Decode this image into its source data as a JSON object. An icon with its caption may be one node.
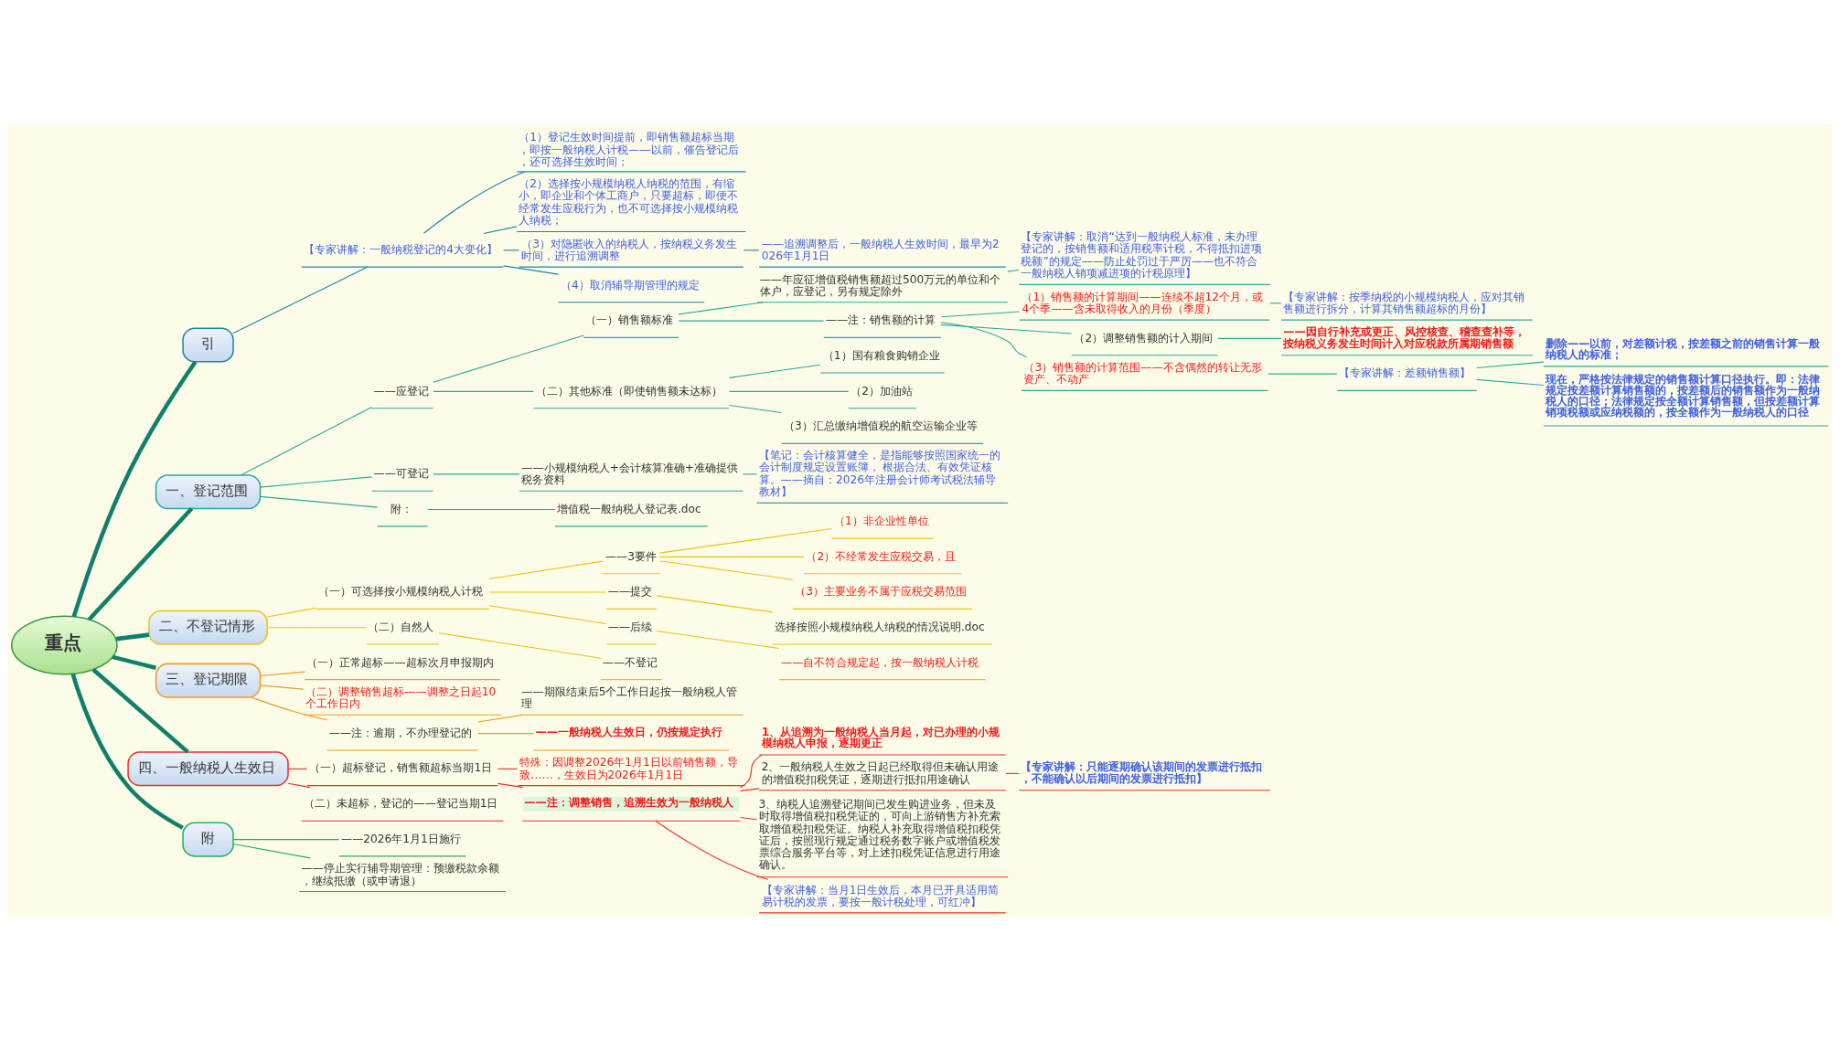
{
  "diagram": {
    "nodes": [
      {
        "text": [
          "重点"
        ]
      },
      {
        "text": [
          "引"
        ]
      },
      {
        "text": [
          "【专家讲解：一般纳税登记的4大变化】"
        ]
      },
      {
        "text": [
          "（1）登记生效时间提前，即销售额超标当期，即按一般纳税人计税——以前，催告登记后，还可选择生效时间；"
        ]
      },
      {
        "text": [
          "（2）选择按小规模纳税人纳税的范围，有缩小，即企业和个体工商户，只要超标，即便不经常发生应税行为，也不可选择按小规模纳税人纳税；"
        ]
      },
      {
        "text": [
          "（3）对隐匿收入的纳税人，按纳税义务发生时间，进行追溯调整"
        ]
      },
      {
        "text": [
          "——追溯调整后，一般纳税人生效时间，最早为2026年1月1日"
        ]
      },
      {
        "text": [
          "（4）取消辅导期管理的规定"
        ]
      },
      {
        "text": [
          "一、登记范围"
        ]
      },
      {
        "text": [
          "——应登记"
        ]
      },
      {
        "text": [
          "（一）销售额标准"
        ]
      },
      {
        "text": [
          "——年应征增值税销售额超过500万元的单位和个体户，应登记，另有规定除外"
        ]
      },
      {
        "text": [
          "【专家讲解：取消“达到一般纳税人标准，未办理登记的，按销售额和适用税率计税，不得抵扣进项税额”的规定——防止处罚过于严厉——也不符合一般纳税人销项减进项的计税原理】"
        ]
      },
      {
        "text": [
          "——注：销售额的计算"
        ]
      },
      {
        "text": [
          "（1）销售额的计算期间——连续不超12个月，或4个季——含未取得收入的月份（季度）"
        ]
      },
      {
        "text": [
          "【专家讲解：按季纳税的小规模纳税人，应对其销售额进行拆分，计算其销售额超标的月份】"
        ]
      },
      {
        "text": [
          "（2）调整销售额的计入期间"
        ]
      },
      {
        "text": [
          "——因自行补充或更正、风控核查、稽查查补等，按纳税义务发生时间计入对应税款所属期销售额"
        ]
      },
      {
        "text": [
          "（3）销售额的计算范围——不含偶然的转让无形资产、不动产"
        ]
      },
      {
        "text": [
          "【专家讲解：差额销售额】"
        ]
      },
      {
        "text": [
          "删除——以前，对差额计税，按差额之前的销售计算一般纳税人的标准；"
        ]
      },
      {
        "text": [
          "现在，严格按法律规定的销售额计算口径执行。即：法律规定按差额计算销售额的，按差额后的销售额作为一般纳税人的口径；法律规定按全额计算销售额，但按差额计算销项税额或应纳税额的，按全额作为一般纳税人的口径"
        ]
      },
      {
        "text": [
          "（二）其他标准（即使销售额未达标）"
        ]
      },
      {
        "text": [
          "（1）国有粮食购销企业"
        ]
      },
      {
        "text": [
          "（2）加油站"
        ]
      },
      {
        "text": [
          "（3）汇总缴纳增值税的航空运输企业等"
        ]
      },
      {
        "text": [
          "——可登记"
        ]
      },
      {
        "text": [
          "——小规模纳税人+会计核算准确+准确提供税务资料"
        ]
      },
      {
        "text": [
          "【笔记：会计核算健全，是指能够按照国家统一的会计制度规定设置账簿， 根据合法、有效凭证核算。——摘自：2026年注册会计师考试税法辅导教材】"
        ]
      },
      {
        "text": [
          "附："
        ]
      },
      {
        "text": [
          "增值税一般纳税人登记表.doc"
        ]
      },
      {
        "text": [
          "二、不登记情形"
        ]
      },
      {
        "text": [
          "（一）可选择按小规模纳税人计税"
        ]
      },
      {
        "text": [
          "——3要件"
        ]
      },
      {
        "text": [
          "（1）非企业性单位"
        ]
      },
      {
        "text": [
          "（2）不经常发生应税交易，且"
        ]
      },
      {
        "text": [
          "（3）主要业务不属于应税交易范围"
        ]
      },
      {
        "text": [
          "——提交"
        ]
      },
      {
        "text": [
          "选择按照小规模纳税人纳税的情况说明.doc"
        ]
      },
      {
        "text": [
          "——后续"
        ]
      },
      {
        "text": [
          "——自不符合规定起，按一般纳税人计税"
        ]
      },
      {
        "text": [
          "（二）自然人"
        ]
      },
      {
        "text": [
          "——不登记"
        ]
      },
      {
        "text": [
          "三、登记期限"
        ]
      },
      {
        "text": [
          "（一）正常超标——超标次月申报期内"
        ]
      },
      {
        "text": [
          "（二）调整销售超标——调整之日起10个工作日内"
        ]
      },
      {
        "text": [
          "——注：逾期，不办理登记的"
        ]
      },
      {
        "text": [
          "——期限结束后5个工作日起按一般纳税人管理"
        ]
      },
      {
        "text": [
          "——一般纳税人生效日，仍按规定执行"
        ]
      },
      {
        "text": [
          "四、一般纳税人生效日"
        ]
      },
      {
        "text": [
          "（一）超标登记，销售额超标当期1日"
        ]
      },
      {
        "text": [
          "特殊：因调整2026年1月1日以前销售额，导致……，生效日为2026年1月1日"
        ]
      },
      {
        "text": [
          "——注：调整销售，追溯生效为一般纳税人"
        ]
      },
      {
        "text": [
          "1、从追溯为一般纳税人当月起，对已办理的小规模纳税人申报，逐期更正"
        ]
      },
      {
        "text": [
          "2、一般纳税人生效之日起已经取得但未确认用途的增值税扣税凭证，逐期进行抵扣用途确认"
        ]
      },
      {
        "text": [
          "【专家讲解：只能逐期确认该期间的发票进行抵扣，不能确认以后期间的发票进行抵扣】"
        ]
      },
      {
        "text": [
          "3、纳税人追溯登记期间已发生购进业务，但未及时取得增值税扣税凭证的，可向上游销售方补充索取增值税扣税凭证。纳税人补充取得增值税扣税凭证后，按照现行规定通过税务数字账户或增值税发票综合服务平台等，对上述扣税凭证信息进行用途确认。"
        ]
      },
      {
        "text": [
          "【专家讲解：当月1日生效后，本月已开具适用简易计税的发票，要按一般计税处理，可红冲】"
        ]
      },
      {
        "text": [
          "（二）未超标，登记的——登记当期1日"
        ]
      },
      {
        "text": [
          "附"
        ]
      },
      {
        "text": [
          "——2026年1月1日施行"
        ]
      },
      {
        "text": [
          "——停止实行辅导期管理：预缴税款余额，继续抵缴（或申请退）"
        ]
      }
    ],
    "edges": [
      {
        "from": 0,
        "to": 1,
        "arrow": "none",
        "style": "thick",
        "color": "#11806a"
      },
      {
        "from": 0,
        "to": 8,
        "arrow": "none",
        "style": "thick",
        "color": "#11806a"
      },
      {
        "from": 0,
        "to": 31,
        "arrow": "none",
        "style": "thick",
        "color": "#11806a"
      },
      {
        "from": 0,
        "to": 43,
        "arrow": "none",
        "style": "thick",
        "color": "#11806a"
      },
      {
        "from": 0,
        "to": 49,
        "arrow": "none",
        "style": "thick",
        "color": "#11806a"
      },
      {
        "from": 0,
        "to": 59,
        "arrow": "none",
        "style": "thick",
        "color": "#11806a"
      },
      {
        "from": 1,
        "to": 2,
        "arrow": "none",
        "color": "#1b86a6"
      },
      {
        "from": 2,
        "to": 3,
        "arrow": "none",
        "color": "#1b86a6"
      },
      {
        "from": 2,
        "to": 4,
        "arrow": "none",
        "color": "#1b86a6"
      },
      {
        "from": 2,
        "to": 5,
        "arrow": "none",
        "color": "#1b86a6"
      },
      {
        "from": 5,
        "to": 6,
        "arrow": "none",
        "color": "#1b86a6"
      },
      {
        "from": 2,
        "to": 7,
        "arrow": "none",
        "color": "#1b86a6"
      },
      {
        "from": 8,
        "to": 9,
        "arrow": "none"
      },
      {
        "from": 9,
        "to": 10,
        "arrow": "none"
      },
      {
        "from": 10,
        "to": 11,
        "arrow": "none"
      },
      {
        "from": 11,
        "to": 12,
        "arrow": "none"
      },
      {
        "from": 10,
        "to": 13,
        "arrow": "none"
      },
      {
        "from": 13,
        "to": 14,
        "arrow": "none"
      },
      {
        "from": 14,
        "to": 15,
        "arrow": "none"
      },
      {
        "from": 13,
        "to": 16,
        "arrow": "none"
      },
      {
        "from": 16,
        "to": 17,
        "arrow": "none"
      },
      {
        "from": 13,
        "to": 18,
        "arrow": "none"
      },
      {
        "from": 18,
        "to": 19,
        "arrow": "none"
      },
      {
        "from": 19,
        "to": 20,
        "arrow": "none"
      },
      {
        "from": 19,
        "to": 21,
        "arrow": "none"
      },
      {
        "from": 9,
        "to": 22,
        "arrow": "none"
      },
      {
        "from": 22,
        "to": 23,
        "arrow": "none"
      },
      {
        "from": 22,
        "to": 24,
        "arrow": "none"
      },
      {
        "from": 22,
        "to": 25,
        "arrow": "none"
      },
      {
        "from": 8,
        "to": 26,
        "arrow": "none"
      },
      {
        "from": 26,
        "to": 27,
        "arrow": "none"
      },
      {
        "from": 27,
        "to": 28,
        "arrow": "none"
      },
      {
        "from": 8,
        "to": 29,
        "arrow": "none"
      },
      {
        "from": 29,
        "to": 30,
        "arrow": "none"
      },
      {
        "from": 31,
        "to": 32,
        "arrow": "none",
        "color": "#eec30f"
      },
      {
        "from": 32,
        "to": 33,
        "arrow": "none",
        "color": "#eec30f"
      },
      {
        "from": 33,
        "to": 34,
        "arrow": "none",
        "color": "#eec30f"
      },
      {
        "from": 33,
        "to": 35,
        "arrow": "none",
        "color": "#eec30f"
      },
      {
        "from": 33,
        "to": 36,
        "arrow": "none",
        "color": "#eec30f"
      },
      {
        "from": 32,
        "to": 37,
        "arrow": "none",
        "color": "#eec30f"
      },
      {
        "from": 37,
        "to": 38,
        "arrow": "none",
        "color": "#eec30f"
      },
      {
        "from": 32,
        "to": 39,
        "arrow": "none",
        "color": "#eec30f"
      },
      {
        "from": 39,
        "to": 40,
        "arrow": "none",
        "color": "#eec30f"
      },
      {
        "from": 31,
        "to": 41,
        "arrow": "none",
        "color": "#eec30f"
      },
      {
        "from": 41,
        "to": 42,
        "arrow": "none",
        "color": "#eec30f"
      },
      {
        "from": 43,
        "to": 44,
        "arrow": "none",
        "color": "#f39a1e"
      },
      {
        "from": 43,
        "to": 45,
        "arrow": "none",
        "color": "#f39a1e"
      },
      {
        "from": 43,
        "to": 46,
        "arrow": "none",
        "color": "#f39a1e"
      },
      {
        "from": 46,
        "to": 47,
        "arrow": "none",
        "color": "#f39a1e"
      },
      {
        "from": 46,
        "to": 48,
        "arrow": "none",
        "color": "#f39a1e"
      },
      {
        "from": 49,
        "to": 50,
        "arrow": "none",
        "color": "#e8322a"
      },
      {
        "from": 50,
        "to": 51,
        "arrow": "none",
        "color": "#e8322a"
      },
      {
        "from": 50,
        "to": 52,
        "arrow": "none",
        "color": "#e8322a"
      },
      {
        "from": 52,
        "to": 53,
        "arrow": "none",
        "color": "#e8322a"
      },
      {
        "from": 52,
        "to": 54,
        "arrow": "none",
        "color": "#e8322a"
      },
      {
        "from": 54,
        "to": 55,
        "arrow": "none",
        "color": "#e8322a"
      },
      {
        "from": 52,
        "to": 56,
        "arrow": "none",
        "color": "#e8322a"
      },
      {
        "from": 52,
        "to": 57,
        "arrow": "none",
        "color": "#e8322a"
      },
      {
        "from": 49,
        "to": 58,
        "arrow": "none",
        "color": "#e8322a"
      },
      {
        "from": 59,
        "to": 60,
        "arrow": "none",
        "color": "#20b15a"
      },
      {
        "from": 59,
        "to": 61,
        "arrow": "none",
        "color": "#20b15a"
      }
    ]
  }
}
